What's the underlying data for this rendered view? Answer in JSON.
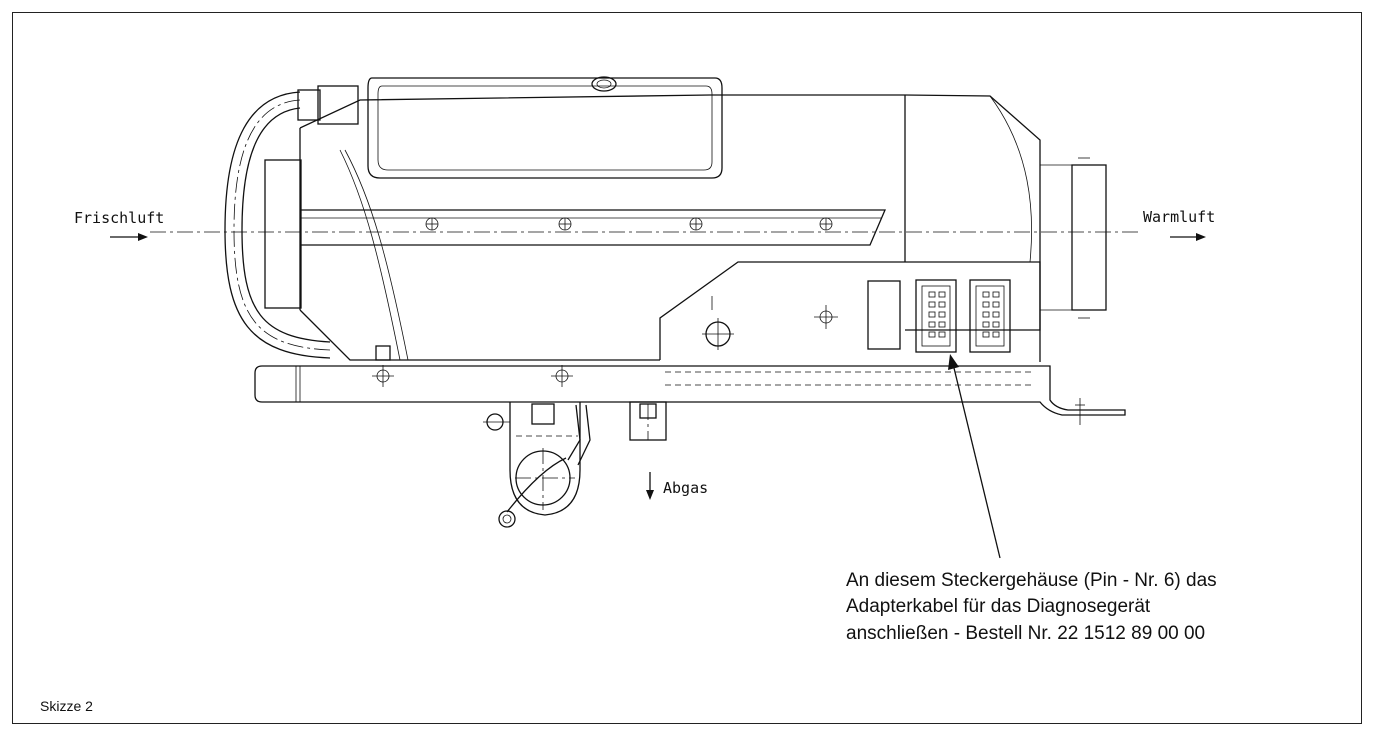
{
  "labels": {
    "fresh_air": "Frischluft",
    "warm_air": "Warmluft",
    "exhaust": "Abgas"
  },
  "note": {
    "line1": "An diesem Steckergehäuse (Pin - Nr. 6) das",
    "line2": "Adapterkabel für das Diagnosegerät",
    "line3": "anschließen - Bestell Nr.  22 1512 89 00 00"
  },
  "caption": "Skizze 2"
}
